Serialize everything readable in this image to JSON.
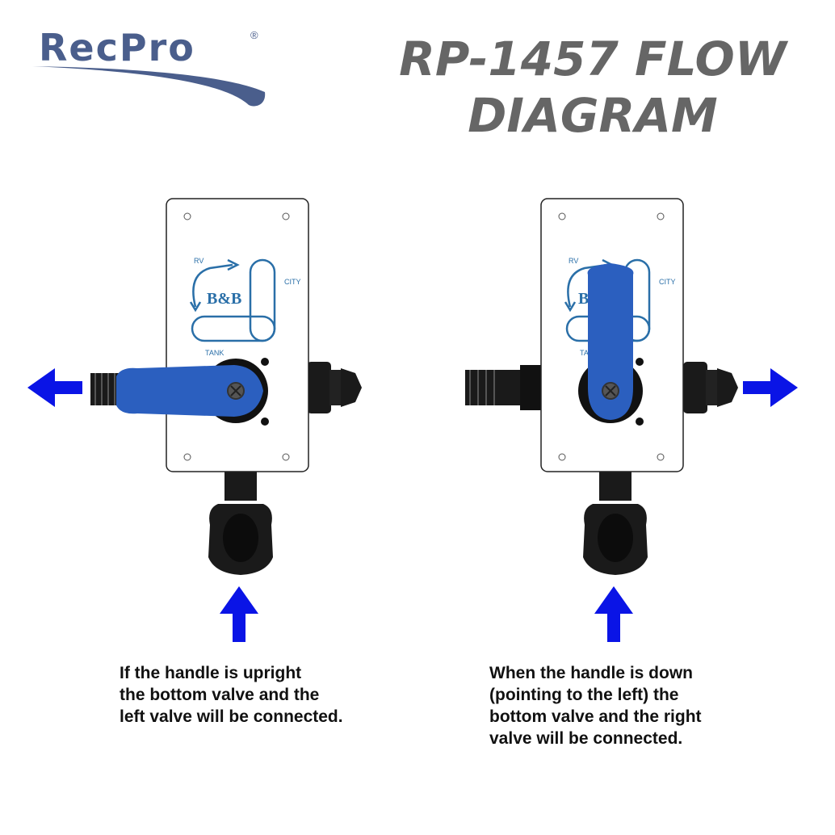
{
  "brand": {
    "name": "RecPro",
    "registered_mark": "®"
  },
  "title": {
    "line1": "RP-1457 FLOW",
    "line2": "DIAGRAM"
  },
  "plate": {
    "rv": "RV",
    "city": "CITY",
    "tank": "TANK",
    "maker": "B&B"
  },
  "captions": {
    "left": [
      "If the handle is upright",
      "the bottom valve and the",
      "left valve will be connected."
    ],
    "right": [
      "When the handle is down",
      "(pointing to the left) the",
      "bottom valve and the right",
      "valve will be connected."
    ]
  },
  "colors": {
    "arrow": "#0a14e6",
    "handle": "#2b5fbf",
    "fitting": "#1a1a1a",
    "logo": "#4a5e8c",
    "title": "#666666"
  }
}
